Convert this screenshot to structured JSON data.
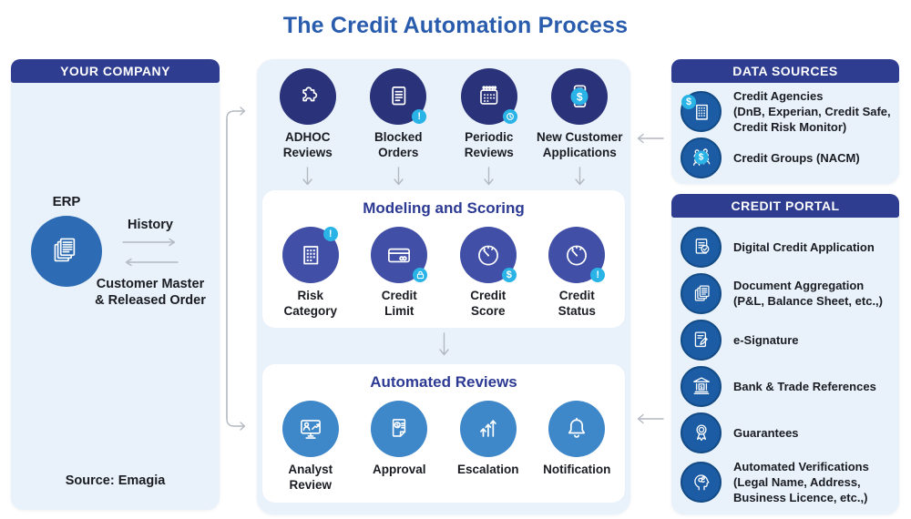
{
  "title": "The Credit Automation Process",
  "colors": {
    "title_blue": "#2A5CAD",
    "header_bar": "#2E3D90",
    "panel_bg": "#E9F1FA",
    "section_title": "#2D3A94",
    "intake_circle": "#2A3379",
    "modeling_circle": "#4150A6",
    "automated_circle": "#3E87C8",
    "erp_circle": "#2D6CB4",
    "portal_circle": "#1C5CA4",
    "badge_cyan": "#29B3E6",
    "arrow_gray": "#ADB3BC"
  },
  "left_panel": {
    "header": "YOUR COMPANY",
    "erp_label": "ERP",
    "erp_icon": "documents-stack-icon",
    "history_label": "History",
    "exchange_label": "Customer Master\n& Released Order",
    "source_note": "Source: Emagia"
  },
  "middle_panel": {
    "intake_row": [
      {
        "label": "ADHOC\nReviews",
        "icon": "puzzle-icon"
      },
      {
        "label": "Blocked\nOrders",
        "icon": "document-alert-icon",
        "badge": "!"
      },
      {
        "label": "Periodic\nReviews",
        "icon": "calendar-clock-icon"
      },
      {
        "label": "New Customer\nApplications",
        "icon": "mobile-dollar-icon",
        "badge": "$"
      }
    ],
    "modeling": {
      "title": "Modeling and Scoring",
      "items": [
        {
          "label": "Risk\nCategory",
          "icon": "grid-alert-icon",
          "badge": "!"
        },
        {
          "label": "Credit\nLimit",
          "icon": "card-lock-icon"
        },
        {
          "label": "Credit\nScore",
          "icon": "gauge-dollar-icon",
          "badge": "$"
        },
        {
          "label": "Credit\nStatus",
          "icon": "gauge-alert-icon",
          "badge": "!"
        }
      ]
    },
    "automated": {
      "title": "Automated Reviews",
      "items": [
        {
          "label": "Analyst\nReview",
          "icon": "analyst-monitor-icon"
        },
        {
          "label": "Approval",
          "icon": "invoice-dollar-icon"
        },
        {
          "label": "Escalation",
          "icon": "arrows-up-icon"
        },
        {
          "label": "Notification",
          "icon": "bell-icon"
        }
      ]
    }
  },
  "data_sources": {
    "header": "DATA SOURCES",
    "items": [
      {
        "label": "Credit Agencies\n(DnB, Experian, Credit Safe,\nCredit Risk Monitor)",
        "icon": "building-dollar-icon",
        "badge": "$"
      },
      {
        "label": "Credit Groups (NACM)",
        "icon": "people-dollar-icon",
        "badge": "$"
      }
    ]
  },
  "credit_portal": {
    "header": "CREDIT PORTAL",
    "items": [
      {
        "label": "Digital Credit Application",
        "icon": "document-check-icon"
      },
      {
        "label": "Document Aggregation\n(P&L, Balance Sheet, etc.,)",
        "icon": "documents-stack-icon"
      },
      {
        "label": "e-Signature",
        "icon": "document-pen-icon"
      },
      {
        "label": "Bank & Trade References",
        "icon": "bank-dollar-icon"
      },
      {
        "label": "Guarantees",
        "icon": "medal-icon"
      },
      {
        "label": "Automated Verifications\n(Legal Name, Address,\nBusiness Licence, etc.,)",
        "icon": "head-brain-icon"
      }
    ]
  }
}
